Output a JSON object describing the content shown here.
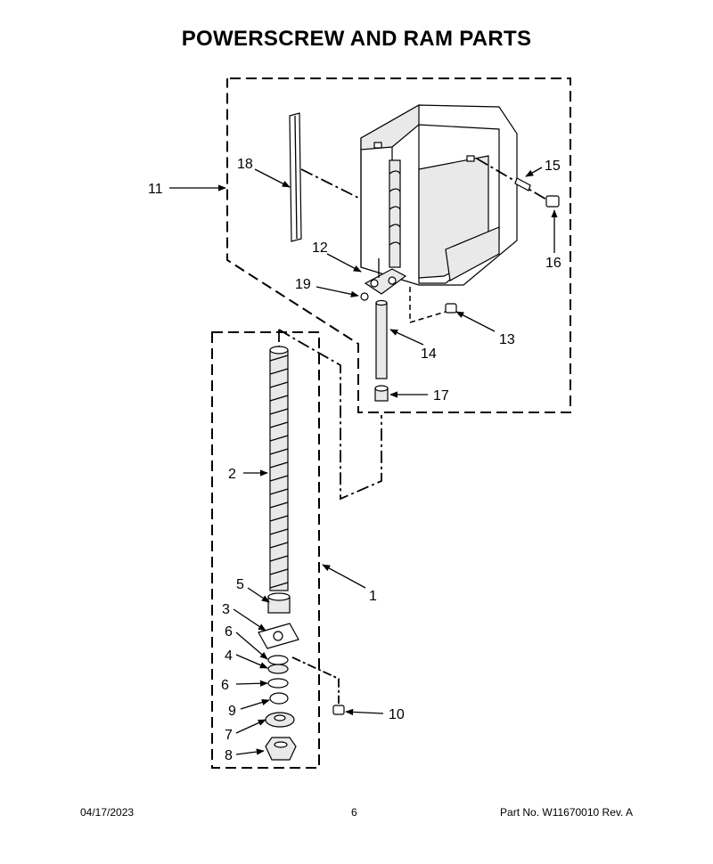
{
  "title": "POWERSCREW AND RAM PARTS",
  "callouts": [
    {
      "id": "1",
      "label": "1"
    },
    {
      "id": "2",
      "label": "2"
    },
    {
      "id": "3",
      "label": "3"
    },
    {
      "id": "4",
      "label": "4"
    },
    {
      "id": "5",
      "label": "5"
    },
    {
      "id": "6a",
      "label": "6"
    },
    {
      "id": "6b",
      "label": "6"
    },
    {
      "id": "7",
      "label": "7"
    },
    {
      "id": "8",
      "label": "8"
    },
    {
      "id": "9",
      "label": "9"
    },
    {
      "id": "10",
      "label": "10"
    },
    {
      "id": "11",
      "label": "11"
    },
    {
      "id": "12",
      "label": "12"
    },
    {
      "id": "13",
      "label": "13"
    },
    {
      "id": "14",
      "label": "14"
    },
    {
      "id": "15",
      "label": "15"
    },
    {
      "id": "16",
      "label": "16"
    },
    {
      "id": "17",
      "label": "17"
    },
    {
      "id": "18",
      "label": "18"
    },
    {
      "id": "19",
      "label": "19"
    }
  ],
  "footer": {
    "date": "04/17/2023",
    "page": "6",
    "part_number": "Part No.  W11670010  Rev.  A"
  }
}
